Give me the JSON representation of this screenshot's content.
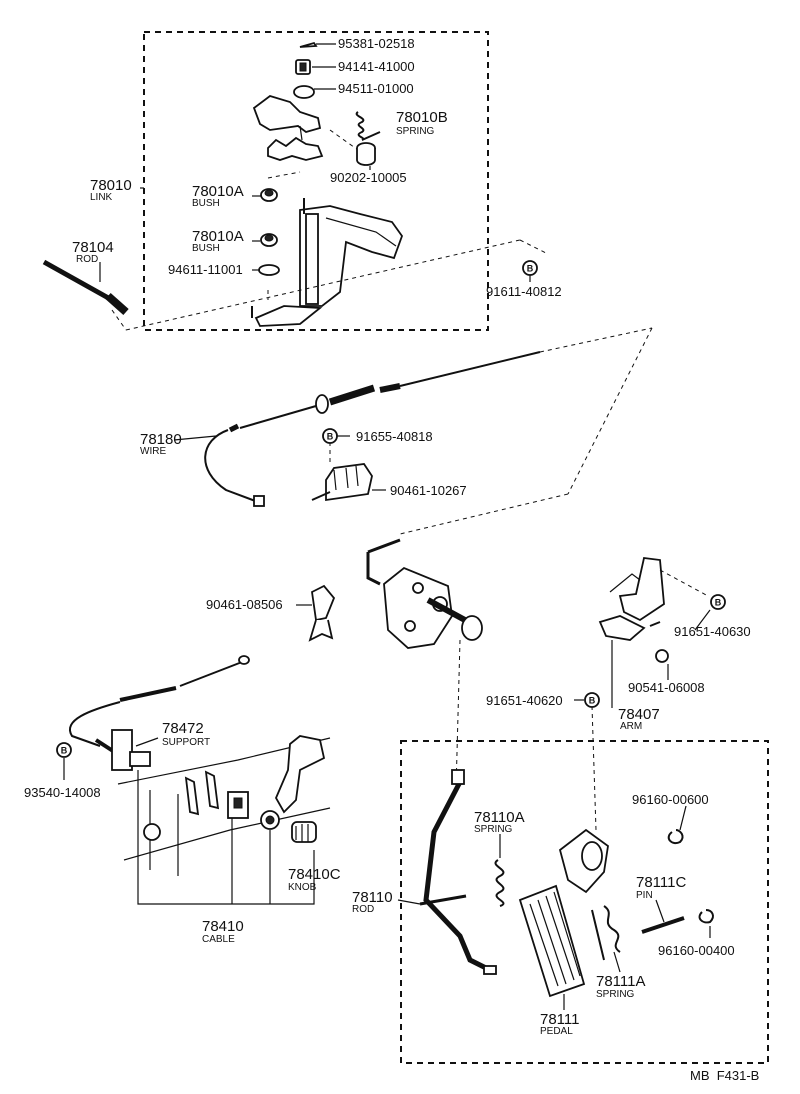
{
  "parts": {
    "p95381": "95381-02518",
    "p94141": "94141-41000",
    "p94511": "94511-01000",
    "p78010B": "78010B",
    "p78010B_name": "SPRING",
    "p90202": "90202-10005",
    "p78010": "78010",
    "p78010_name": "LINK",
    "p78010A_1": "78010A",
    "p78010A_1_name": "BUSH",
    "p78010A_2": "78010A",
    "p78010A_2_name": "BUSH",
    "p94611": "94611-11001",
    "p78104": "78104",
    "p78104_name": "ROD",
    "p91611": "91611-40812",
    "p78180": "78180",
    "p78180_name": "WIRE",
    "p91655": "91655-40818",
    "p90461_10267": "90461-10267",
    "p90461_08506": "90461-08506",
    "p91651_40630": "91651-40630",
    "p90541": "90541-06008",
    "p91651_40620": "91651-40620",
    "p78407": "78407",
    "p78407_name": "ARM",
    "p78472": "78472",
    "p78472_name": "SUPPORT",
    "p93540": "93540-14008",
    "p78410C": "78410C",
    "p78410C_name": "KNOB",
    "p78410": "78410",
    "p78410_name": "CABLE",
    "p96160_00600": "96160-00600",
    "p78110A": "78110A",
    "p78110A_name": "SPRING",
    "p78111C": "78111C",
    "p78111C_name": "PIN",
    "p78110": "78110",
    "p78110_name": "ROD",
    "p96160_00400": "96160-00400",
    "p78111A": "78111A",
    "p78111A_name": "SPRING",
    "p78111": "78111",
    "p78111_name": "PEDAL"
  },
  "bolt_marker": "B",
  "footer": "MB  F431-B"
}
